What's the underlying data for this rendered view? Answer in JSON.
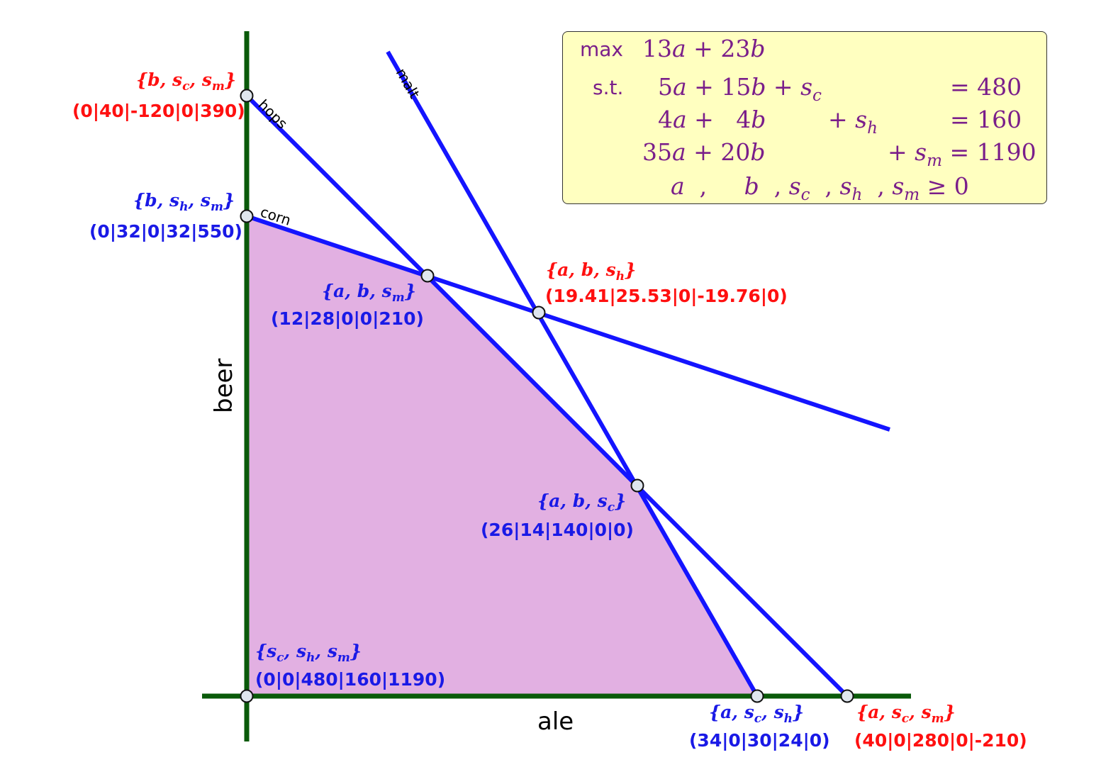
{
  "axes": {
    "x_label": "ale",
    "y_label": "beer"
  },
  "constraint_lines": [
    {
      "name": "corn",
      "equation": "5a + 15b = 480",
      "color": "#1414ff"
    },
    {
      "name": "hops",
      "equation": "4a + 4b = 160",
      "color": "#1414ff"
    },
    {
      "name": "malt",
      "equation": "35a + 20b = 1190",
      "color": "#1414ff"
    }
  ],
  "colors": {
    "axis": "#0a5a0a",
    "feasible_region": "#e2b0e2",
    "line": "#1414ff",
    "feasible_label": "#1a1ae6",
    "infeasible_label": "#ff1010",
    "lp_box_bg": "#ffffc0",
    "lp_text": "#7a1e8a"
  },
  "feasible_region": [
    "(0,0)",
    "(0,32)",
    "(12,28)",
    "(26,14)",
    "(34,0)"
  ],
  "lp": {
    "objective_kw": "max",
    "objective": "13a + 23b",
    "st_kw": "s.t.",
    "rows": [
      "5a + 15b + s_c = 480",
      "4a + 4b + s_h = 160",
      "35a + 20b + s_m = 1190",
      "a , b , s_c , s_h , s_m ≥ 0"
    ]
  },
  "vertices": [
    {
      "id": "v_b_sc_sm",
      "a": 0,
      "b": 40,
      "basis": [
        "b",
        "s_c",
        "s_m"
      ],
      "basis_text": "{b, s_c, s_m}",
      "values": "(0|40|-120|0|390)",
      "feasible": false
    },
    {
      "id": "v_b_sh_sm",
      "a": 0,
      "b": 32,
      "basis": [
        "b",
        "s_h",
        "s_m"
      ],
      "basis_text": "{b, s_h, s_m}",
      "values": "(0|32|0|32|550)",
      "feasible": true
    },
    {
      "id": "v_a_b_sm",
      "a": 12,
      "b": 28,
      "basis": [
        "a",
        "b",
        "s_m"
      ],
      "basis_text": "{a, b, s_m}",
      "values": "(12|28|0|0|210)",
      "feasible": true
    },
    {
      "id": "v_a_b_sh",
      "a": 19.41,
      "b": 25.53,
      "basis": [
        "a",
        "b",
        "s_h"
      ],
      "basis_text": "{a, b, s_h}",
      "values": "(19.41|25.53|0|-19.76|0)",
      "feasible": false
    },
    {
      "id": "v_a_b_sc",
      "a": 26,
      "b": 14,
      "basis": [
        "a",
        "b",
        "s_c"
      ],
      "basis_text": "{a, b, s_c}",
      "values": "(26|14|140|0|0)",
      "feasible": true
    },
    {
      "id": "v_sc_sh_sm",
      "a": 0,
      "b": 0,
      "basis": [
        "s_c",
        "s_h",
        "s_m"
      ],
      "basis_text": "{s_c, s_h, s_m}",
      "values": "(0|0|480|160|1190)",
      "feasible": true
    },
    {
      "id": "v_a_sc_sh",
      "a": 34,
      "b": 0,
      "basis": [
        "a",
        "s_c",
        "s_h"
      ],
      "basis_text": "{a, s_c, s_h}",
      "values": "(34|0|30|24|0)",
      "feasible": true
    },
    {
      "id": "v_a_sc_sm",
      "a": 40,
      "b": 0,
      "basis": [
        "a",
        "s_c",
        "s_m"
      ],
      "basis_text": "{a, s_c, s_m}",
      "values": "(40|0|280|0|-210)",
      "feasible": false
    }
  ]
}
